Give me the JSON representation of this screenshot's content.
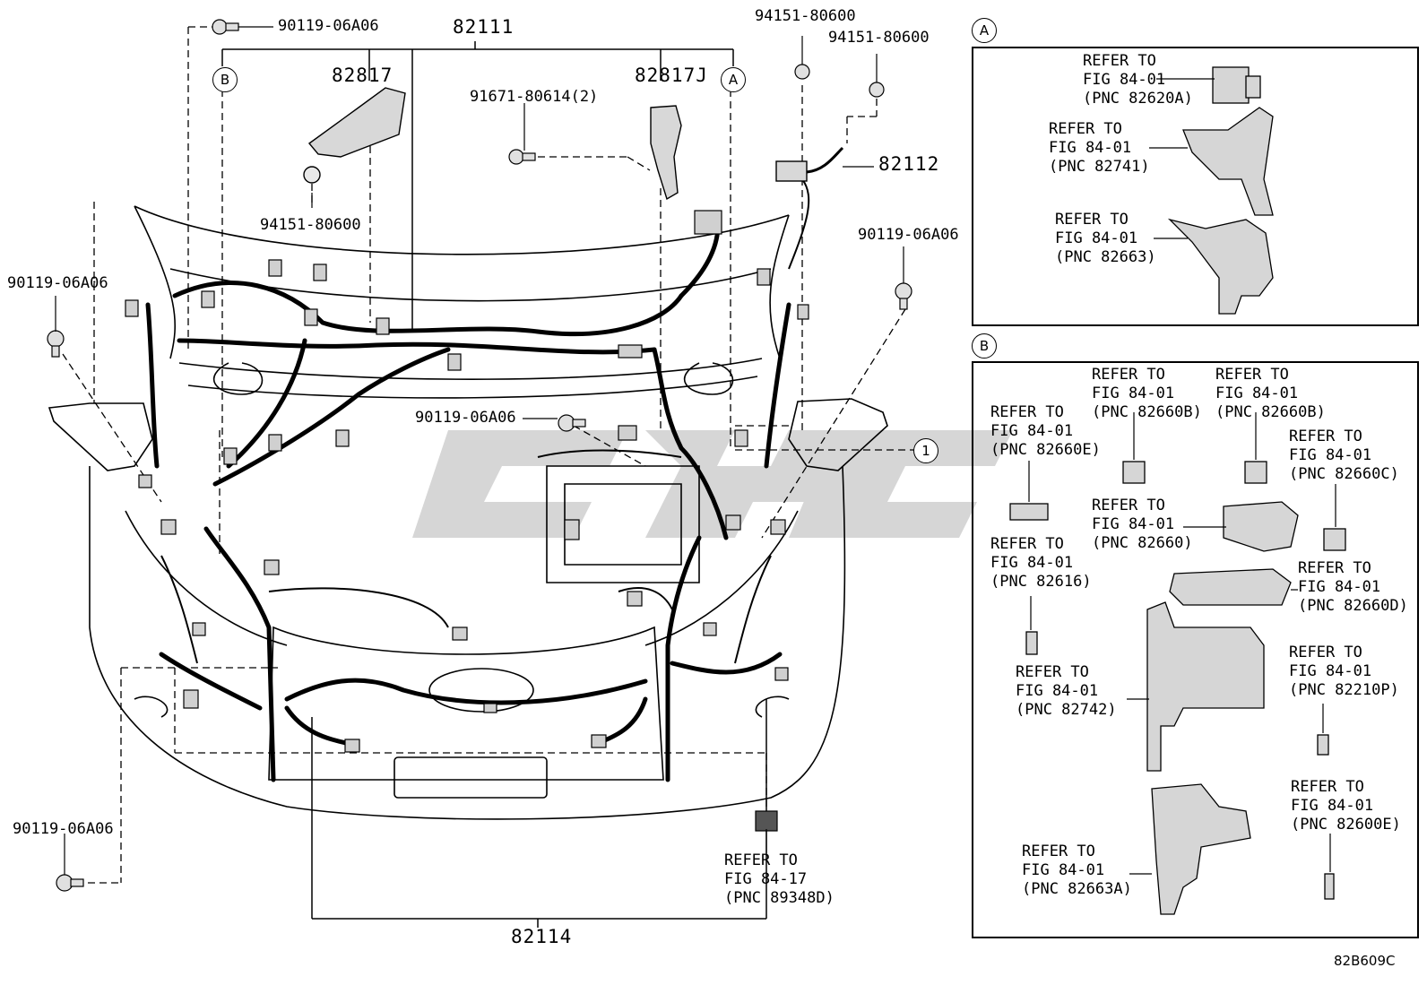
{
  "labels": {
    "l_90119_top": "90119-06A06",
    "l_82111": "82111",
    "l_94151_a": "94151-80600",
    "l_94151_b": "94151-80600",
    "l_82817": "82817",
    "l_82817J": "82817J",
    "l_91671": "91671-80614(2)",
    "l_82112": "82112",
    "l_94151_c": "94151-80600",
    "l_90119_right": "90119-06A06",
    "l_90119_left": "90119-06A06",
    "l_90119_mid": "90119-06A06",
    "l_90119_bottom": "90119-06A06",
    "l_82114": "82114",
    "l_ref_89348D": "REFER TO\nFIG 84-17\n(PNC 89348D)",
    "code": "82B609C"
  },
  "callouts": {
    "a_main": "A",
    "b_main": "B",
    "one_main": "1",
    "a_box": "A",
    "b_box": "B"
  },
  "box_a": {
    "r1": "REFER TO\nFIG 84-01\n(PNC 82620A)",
    "r2": "REFER TO\nFIG 84-01\n(PNC 82741)",
    "r3": "REFER TO\nFIG 84-01\n(PNC 82663)"
  },
  "box_b": {
    "r1": "REFER TO\nFIG 84-01\n(PNC 82660E)",
    "r2": "REFER TO\nFIG 84-01\n(PNC 82660B)",
    "r3": "REFER TO\nFIG 84-01\n(PNC 82660B)",
    "r4": "REFER TO\nFIG 84-01\n(PNC 82660C)",
    "r5": "REFER TO\nFIG 84-01\n(PNC 82660)",
    "r6": "REFER TO\nFIG 84-01\n(PNC 82616)",
    "r7": "REFER TO\nFIG 84-01\n(PNC 82660D)",
    "r8": "REFER TO\nFIG 84-01\n(PNC 82742)",
    "r9": "REFER TO\nFIG 84-01\n(PNC 82210P)",
    "r10": "REFER TO\nFIG 84-01\n(PNC 82600E)",
    "r11": "REFER TO\nFIG 84-01\n(PNC 82663A)"
  },
  "colors": {
    "line": "#000000",
    "watermark": "#c8c8c8",
    "fill": "#d8d8d8"
  }
}
